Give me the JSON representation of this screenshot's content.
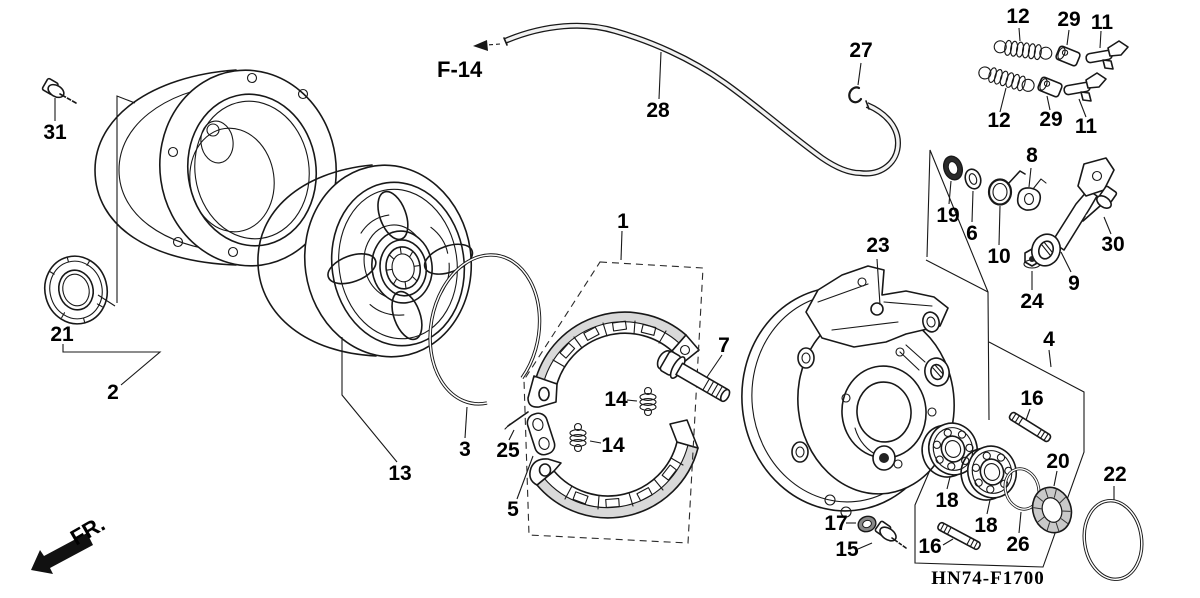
{
  "diagram": {
    "code": "HN74-F1700",
    "view_ref": "F-14",
    "direction": "FR."
  },
  "labels": [
    {
      "part": "31",
      "text": "31"
    },
    {
      "part": "21",
      "text": "21"
    },
    {
      "part": "2",
      "text": "2"
    },
    {
      "part": "13",
      "text": "13"
    },
    {
      "part": "3",
      "text": "3"
    },
    {
      "part": "25",
      "text": "25"
    },
    {
      "part": "5",
      "text": "5"
    },
    {
      "part": "14",
      "text": "14"
    },
    {
      "part": "14",
      "text": "14"
    },
    {
      "part": "1",
      "text": "1"
    },
    {
      "part": "7",
      "text": "7"
    },
    {
      "part": "28",
      "text": "28"
    },
    {
      "part": "27",
      "text": "27"
    },
    {
      "part": "12",
      "text": "12"
    },
    {
      "part": "29",
      "text": "29"
    },
    {
      "part": "11",
      "text": "11"
    },
    {
      "part": "12",
      "text": "12"
    },
    {
      "part": "29",
      "text": "29"
    },
    {
      "part": "11",
      "text": "11"
    },
    {
      "part": "19",
      "text": "19"
    },
    {
      "part": "6",
      "text": "6"
    },
    {
      "part": "10",
      "text": "10"
    },
    {
      "part": "8",
      "text": "8"
    },
    {
      "part": "9",
      "text": "9"
    },
    {
      "part": "30",
      "text": "30"
    },
    {
      "part": "24",
      "text": "24"
    },
    {
      "part": "23",
      "text": "23"
    },
    {
      "part": "4",
      "text": "4"
    },
    {
      "part": "16",
      "text": "16"
    },
    {
      "part": "18",
      "text": "18"
    },
    {
      "part": "18",
      "text": "18"
    },
    {
      "part": "20",
      "text": "20"
    },
    {
      "part": "26",
      "text": "26"
    },
    {
      "part": "22",
      "text": "22"
    },
    {
      "part": "16",
      "text": "16"
    },
    {
      "part": "17",
      "text": "17"
    },
    {
      "part": "15",
      "text": "15"
    }
  ]
}
